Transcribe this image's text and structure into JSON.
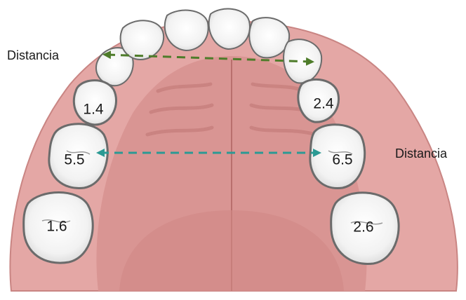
{
  "labels": {
    "distance_top": "Distancia",
    "distance_middle": "Distancia"
  },
  "teeth": {
    "t14": "1.4",
    "t24": "2.4",
    "t55": "5.5",
    "t65": "6.5",
    "t16": "1.6",
    "t26": "2.6"
  },
  "colors": {
    "gum": "#e4a7a5",
    "gum_dark": "#c98583",
    "palate": "#d99593",
    "tooth_outline": "#6b6b6b",
    "arrow_top": "#4e7c2a",
    "arrow_middle": "#2b9a94"
  }
}
